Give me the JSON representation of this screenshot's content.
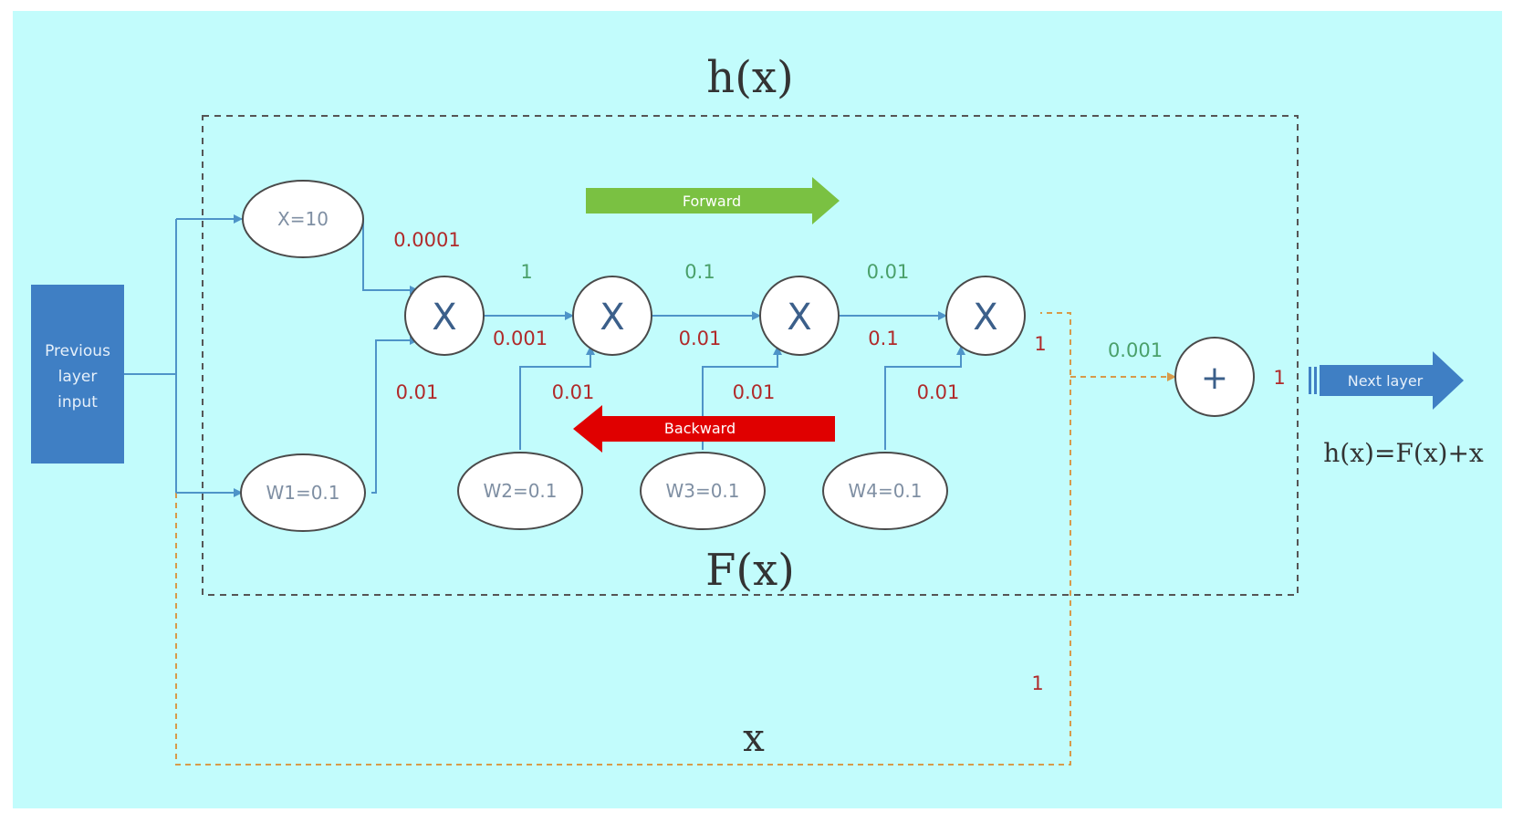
{
  "colors": {
    "background": "#c2fcfc",
    "node_fill": "#ffffff",
    "node_stroke": "#4a4a4a",
    "edge": "#4e94c8",
    "box_blue": "#3f7fc4",
    "arrow_green": "#7ac142",
    "arrow_red": "#e00000",
    "gradient_red": "#b02a2a",
    "gradient_green": "#4aa06a",
    "dashed_gray": "#555555",
    "dashed_orange": "#d79a4a",
    "text_dark": "#333333",
    "node_text": "#7f8fa3",
    "mult_text": "#3b5f8a"
  },
  "labels": {
    "h_of_x": "h(x)",
    "f_of_x": "F(x)",
    "x_shortcut": "x",
    "equation": "h(x)=F(x)+x",
    "previous_layer": [
      "Previous",
      "layer",
      "input"
    ],
    "next_layer": "Next layer",
    "forward": "Forward",
    "backward": "Backward"
  },
  "nodes": {
    "x_input": "X=10",
    "w1": "W1=0.1",
    "w2": "W2=0.1",
    "w3": "W3=0.1",
    "w4": "W4=0.1",
    "mult_symbol": "X",
    "add_symbol": "+"
  },
  "values": {
    "red_0001": "0.0001",
    "red_001_a": "0.001",
    "red_w1": "0.01",
    "red_w2": "0.01",
    "red_w3": "0.01",
    "red_w4": "0.01",
    "red_01": "0.1",
    "red_mult4_out": "1",
    "red_add_out": "1",
    "red_shortcut": "1",
    "green_1": "1",
    "green_01": "0.1",
    "green_001": "0.01",
    "green_0001_add": "0.001"
  }
}
